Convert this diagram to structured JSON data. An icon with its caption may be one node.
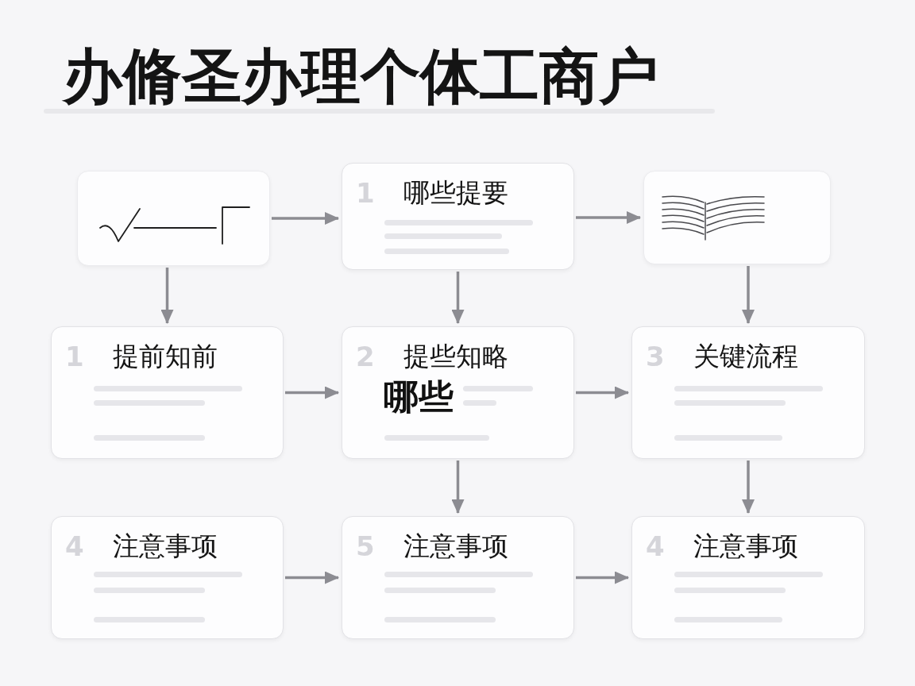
{
  "diagram": {
    "title": "办脩圣办理个体工商户",
    "nodes": [
      {
        "text": [],
        "shape": "picture"
      },
      {
        "text": [
          "1",
          "哪些提要"
        ]
      },
      {
        "text": [],
        "shape": "picture"
      },
      {
        "text": [
          "1",
          "提前知前"
        ]
      },
      {
        "text": [
          "2",
          "提些知略",
          "哪些"
        ]
      },
      {
        "text": [
          "3",
          "关键流程"
        ]
      },
      {
        "text": [
          "4",
          "注意事项"
        ]
      },
      {
        "text": [
          "5",
          "注意事项"
        ]
      },
      {
        "text": [
          "4",
          "注意事项"
        ]
      }
    ],
    "edges": [
      {
        "from": 0,
        "to": 1,
        "arrow": "to"
      },
      {
        "from": 1,
        "to": 2,
        "arrow": "to"
      },
      {
        "from": 0,
        "to": 3,
        "arrow": "to"
      },
      {
        "from": 1,
        "to": 4,
        "arrow": "to"
      },
      {
        "from": 2,
        "to": 5,
        "arrow": "to"
      },
      {
        "from": 3,
        "to": 4,
        "arrow": "to"
      },
      {
        "from": 4,
        "to": 5,
        "arrow": "to"
      },
      {
        "from": 4,
        "to": 7,
        "arrow": "to"
      },
      {
        "from": 5,
        "to": 8,
        "arrow": "to"
      },
      {
        "from": 6,
        "to": 7,
        "arrow": "to"
      },
      {
        "from": 7,
        "to": 8,
        "arrow": "to"
      }
    ]
  }
}
